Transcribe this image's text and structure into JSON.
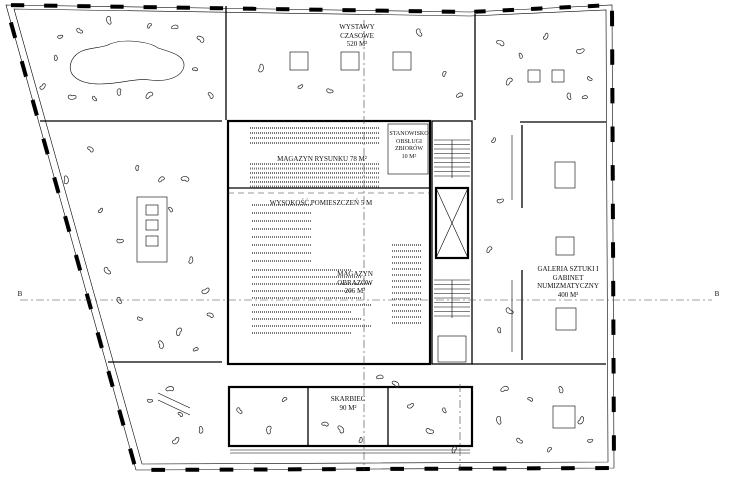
{
  "rooms": {
    "wystawy": [
      "WYSTAWY",
      "CZASOWE",
      "520 M²"
    ],
    "magazyn_rysunku": [
      "MAGAZYN RYSUNKU 78 M²"
    ],
    "stanowisko": [
      "STANOWISKO",
      "OBSŁUGI",
      "ZBIORÓW",
      "10 M²"
    ],
    "wysokosc": [
      "WYSOKOŚĆ POMIESZCZEŃ 5 M"
    ],
    "magazyn_obrazow": [
      "MAGAZYN",
      "OBRAZÓW",
      "206 M²"
    ],
    "galeria": [
      "GALERIA SZTUKI I",
      "GABINET",
      "NUMIZMATYCZNY",
      "400 M²"
    ],
    "skarbiec": [
      "SKARBIEC",
      "90 M²"
    ]
  },
  "section_marks": {
    "left": "B",
    "right": "B"
  }
}
